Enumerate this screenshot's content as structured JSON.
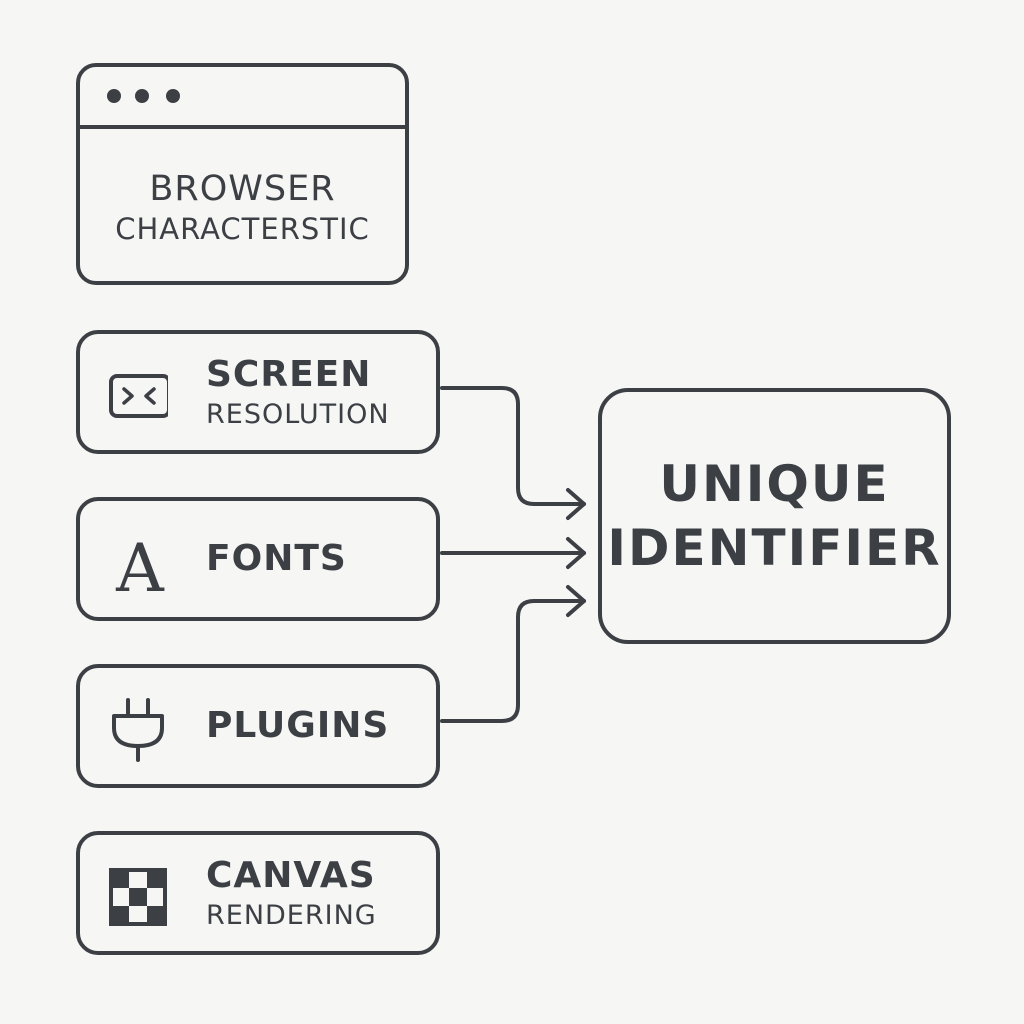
{
  "nodes": {
    "browser": {
      "title": "BROWSER",
      "subtitle": "CHARACTERSTIC",
      "icon": "browser-window-icon"
    },
    "screen": {
      "title": "SCREEN",
      "subtitle": "RESOLUTION",
      "icon": "screen-resolution-icon"
    },
    "fonts": {
      "title": "FONTS",
      "icon": "font-letter-icon",
      "glyph": "A"
    },
    "plugins": {
      "title": "PLUGINS",
      "icon": "plug-icon"
    },
    "canvas": {
      "title": "CANVAS",
      "subtitle": "RENDERING",
      "icon": "checkerboard-icon"
    },
    "unique": {
      "line1": "UNIQUE",
      "line2": "IDENTIFIER"
    }
  },
  "edges": [
    {
      "from": "screen",
      "to": "unique"
    },
    {
      "from": "fonts",
      "to": "unique"
    },
    {
      "from": "plugins",
      "to": "unique"
    }
  ],
  "colors": {
    "stroke": "#3c4045",
    "background": "#f6f6f5"
  }
}
